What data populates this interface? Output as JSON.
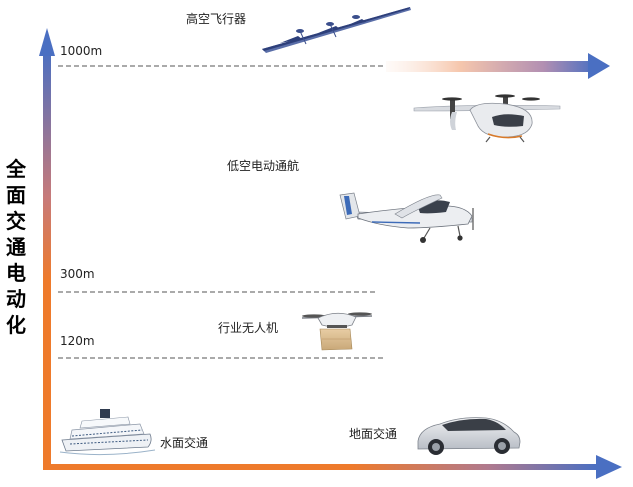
{
  "title": "全面交通电动化",
  "altitudes": [
    {
      "label": "1000m"
    },
    {
      "label": "300m"
    },
    {
      "label": "120m"
    }
  ],
  "categories": {
    "high": "高空飞行器",
    "low": "低空电动通航",
    "drone": "行业无人机",
    "water": "水面交通",
    "ground": "地面交通"
  },
  "colors": {
    "axis_top": "#4a6fc2",
    "axis_bottom": "#ee7a2b",
    "arrow_right": "#4a6fc2"
  },
  "icons": {
    "high": "solar-uav-icon",
    "evtol": "evtol-aircraft-icon",
    "plane": "light-electric-plane-icon",
    "drone": "delivery-drone-icon",
    "ship": "cruise-ship-icon",
    "car": "electric-car-icon"
  }
}
